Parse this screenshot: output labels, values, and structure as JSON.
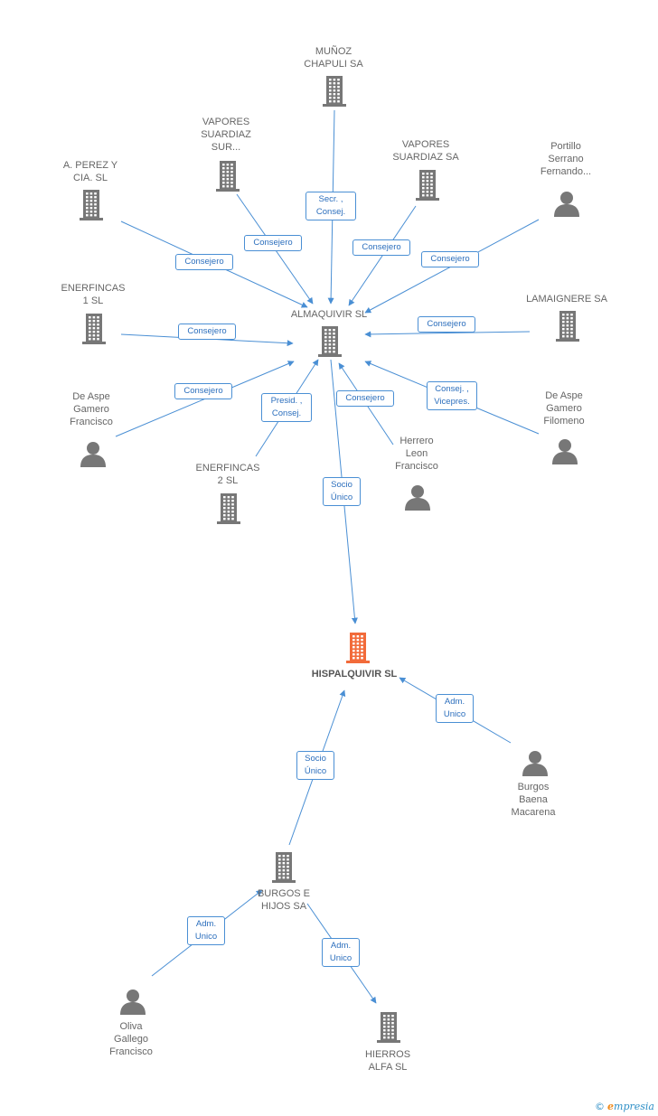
{
  "colors": {
    "edge": "#4a8fd4",
    "company": "#777777",
    "focus": "#f26b3a",
    "person": "#777777"
  },
  "nodes": [
    {
      "id": "munoz",
      "type": "company",
      "label": "MUÑOZ\nCHAPULI SA"
    },
    {
      "id": "vapores_sur",
      "type": "company",
      "label": "VAPORES\nSUARDIAZ\nSUR..."
    },
    {
      "id": "vapores_sa",
      "type": "company",
      "label": "VAPORES\nSUARDIAZ SA"
    },
    {
      "id": "perez",
      "type": "company",
      "label": "A.  PEREZ Y\nCIA. SL"
    },
    {
      "id": "portillo",
      "type": "person",
      "label": "Portillo\nSerrano\nFernando..."
    },
    {
      "id": "enerfincas1",
      "type": "company",
      "label": "ENERFINCAS\n1 SL"
    },
    {
      "id": "almaquivir",
      "type": "company",
      "label": "ALMAQUIVIR SL"
    },
    {
      "id": "lamaignere",
      "type": "company",
      "label": "LAMAIGNERE SA"
    },
    {
      "id": "deaspe_fco",
      "type": "person",
      "label": "De Aspe\nGamero\nFrancisco"
    },
    {
      "id": "deaspe_fil",
      "type": "person",
      "label": "De Aspe\nGamero\nFilomeno"
    },
    {
      "id": "herrero",
      "type": "person",
      "label": "Herrero\nLeon\nFrancisco"
    },
    {
      "id": "enerfincas2",
      "type": "company",
      "label": "ENERFINCAS\n2 SL"
    },
    {
      "id": "hispalquivir",
      "type": "focus",
      "label": "HISPALQUIVIR SL"
    },
    {
      "id": "burgos_baena",
      "type": "person",
      "label": "Burgos\nBaena\nMacarena"
    },
    {
      "id": "burgos_hijos",
      "type": "company",
      "label": "BURGOS E\nHIJOS SA"
    },
    {
      "id": "oliva",
      "type": "person",
      "label": "Oliva\nGallego\nFrancisco"
    },
    {
      "id": "hierros",
      "type": "company",
      "label": "HIERROS\nALFA SL"
    }
  ],
  "edges": [
    {
      "from": "munoz",
      "to": "almaquivir",
      "label": "Secr. ,\nConsej."
    },
    {
      "from": "vapores_sur",
      "to": "almaquivir",
      "label": "Consejero"
    },
    {
      "from": "vapores_sa",
      "to": "almaquivir",
      "label": "Consejero"
    },
    {
      "from": "perez",
      "to": "almaquivir",
      "label": "Consejero"
    },
    {
      "from": "portillo",
      "to": "almaquivir",
      "label": "Consejero"
    },
    {
      "from": "enerfincas1",
      "to": "almaquivir",
      "label": "Consejero"
    },
    {
      "from": "lamaignere",
      "to": "almaquivir",
      "label": "Consejero"
    },
    {
      "from": "deaspe_fco",
      "to": "almaquivir",
      "label": "Consejero"
    },
    {
      "from": "enerfincas2",
      "to": "almaquivir",
      "label": "Presid. ,\nConsej."
    },
    {
      "from": "herrero",
      "to": "almaquivir",
      "label": "Consejero"
    },
    {
      "from": "deaspe_fil",
      "to": "almaquivir",
      "label": "Consej. ,\nVicepres."
    },
    {
      "from": "almaquivir",
      "to": "hispalquivir",
      "label": "Socio\nÚnico"
    },
    {
      "from": "burgos_baena",
      "to": "hispalquivir",
      "label": "Adm.\nUnico"
    },
    {
      "from": "burgos_hijos",
      "to": "hispalquivir",
      "label": "Socio\nÚnico"
    },
    {
      "from": "oliva",
      "to": "burgos_hijos",
      "label": "Adm.\nUnico"
    },
    {
      "from": "burgos_hijos",
      "to": "hierros",
      "label": "Adm.\nUnico"
    }
  ],
  "footer": {
    "copyright": "©",
    "brand_initial": "e",
    "brand_rest": "mpresia"
  }
}
